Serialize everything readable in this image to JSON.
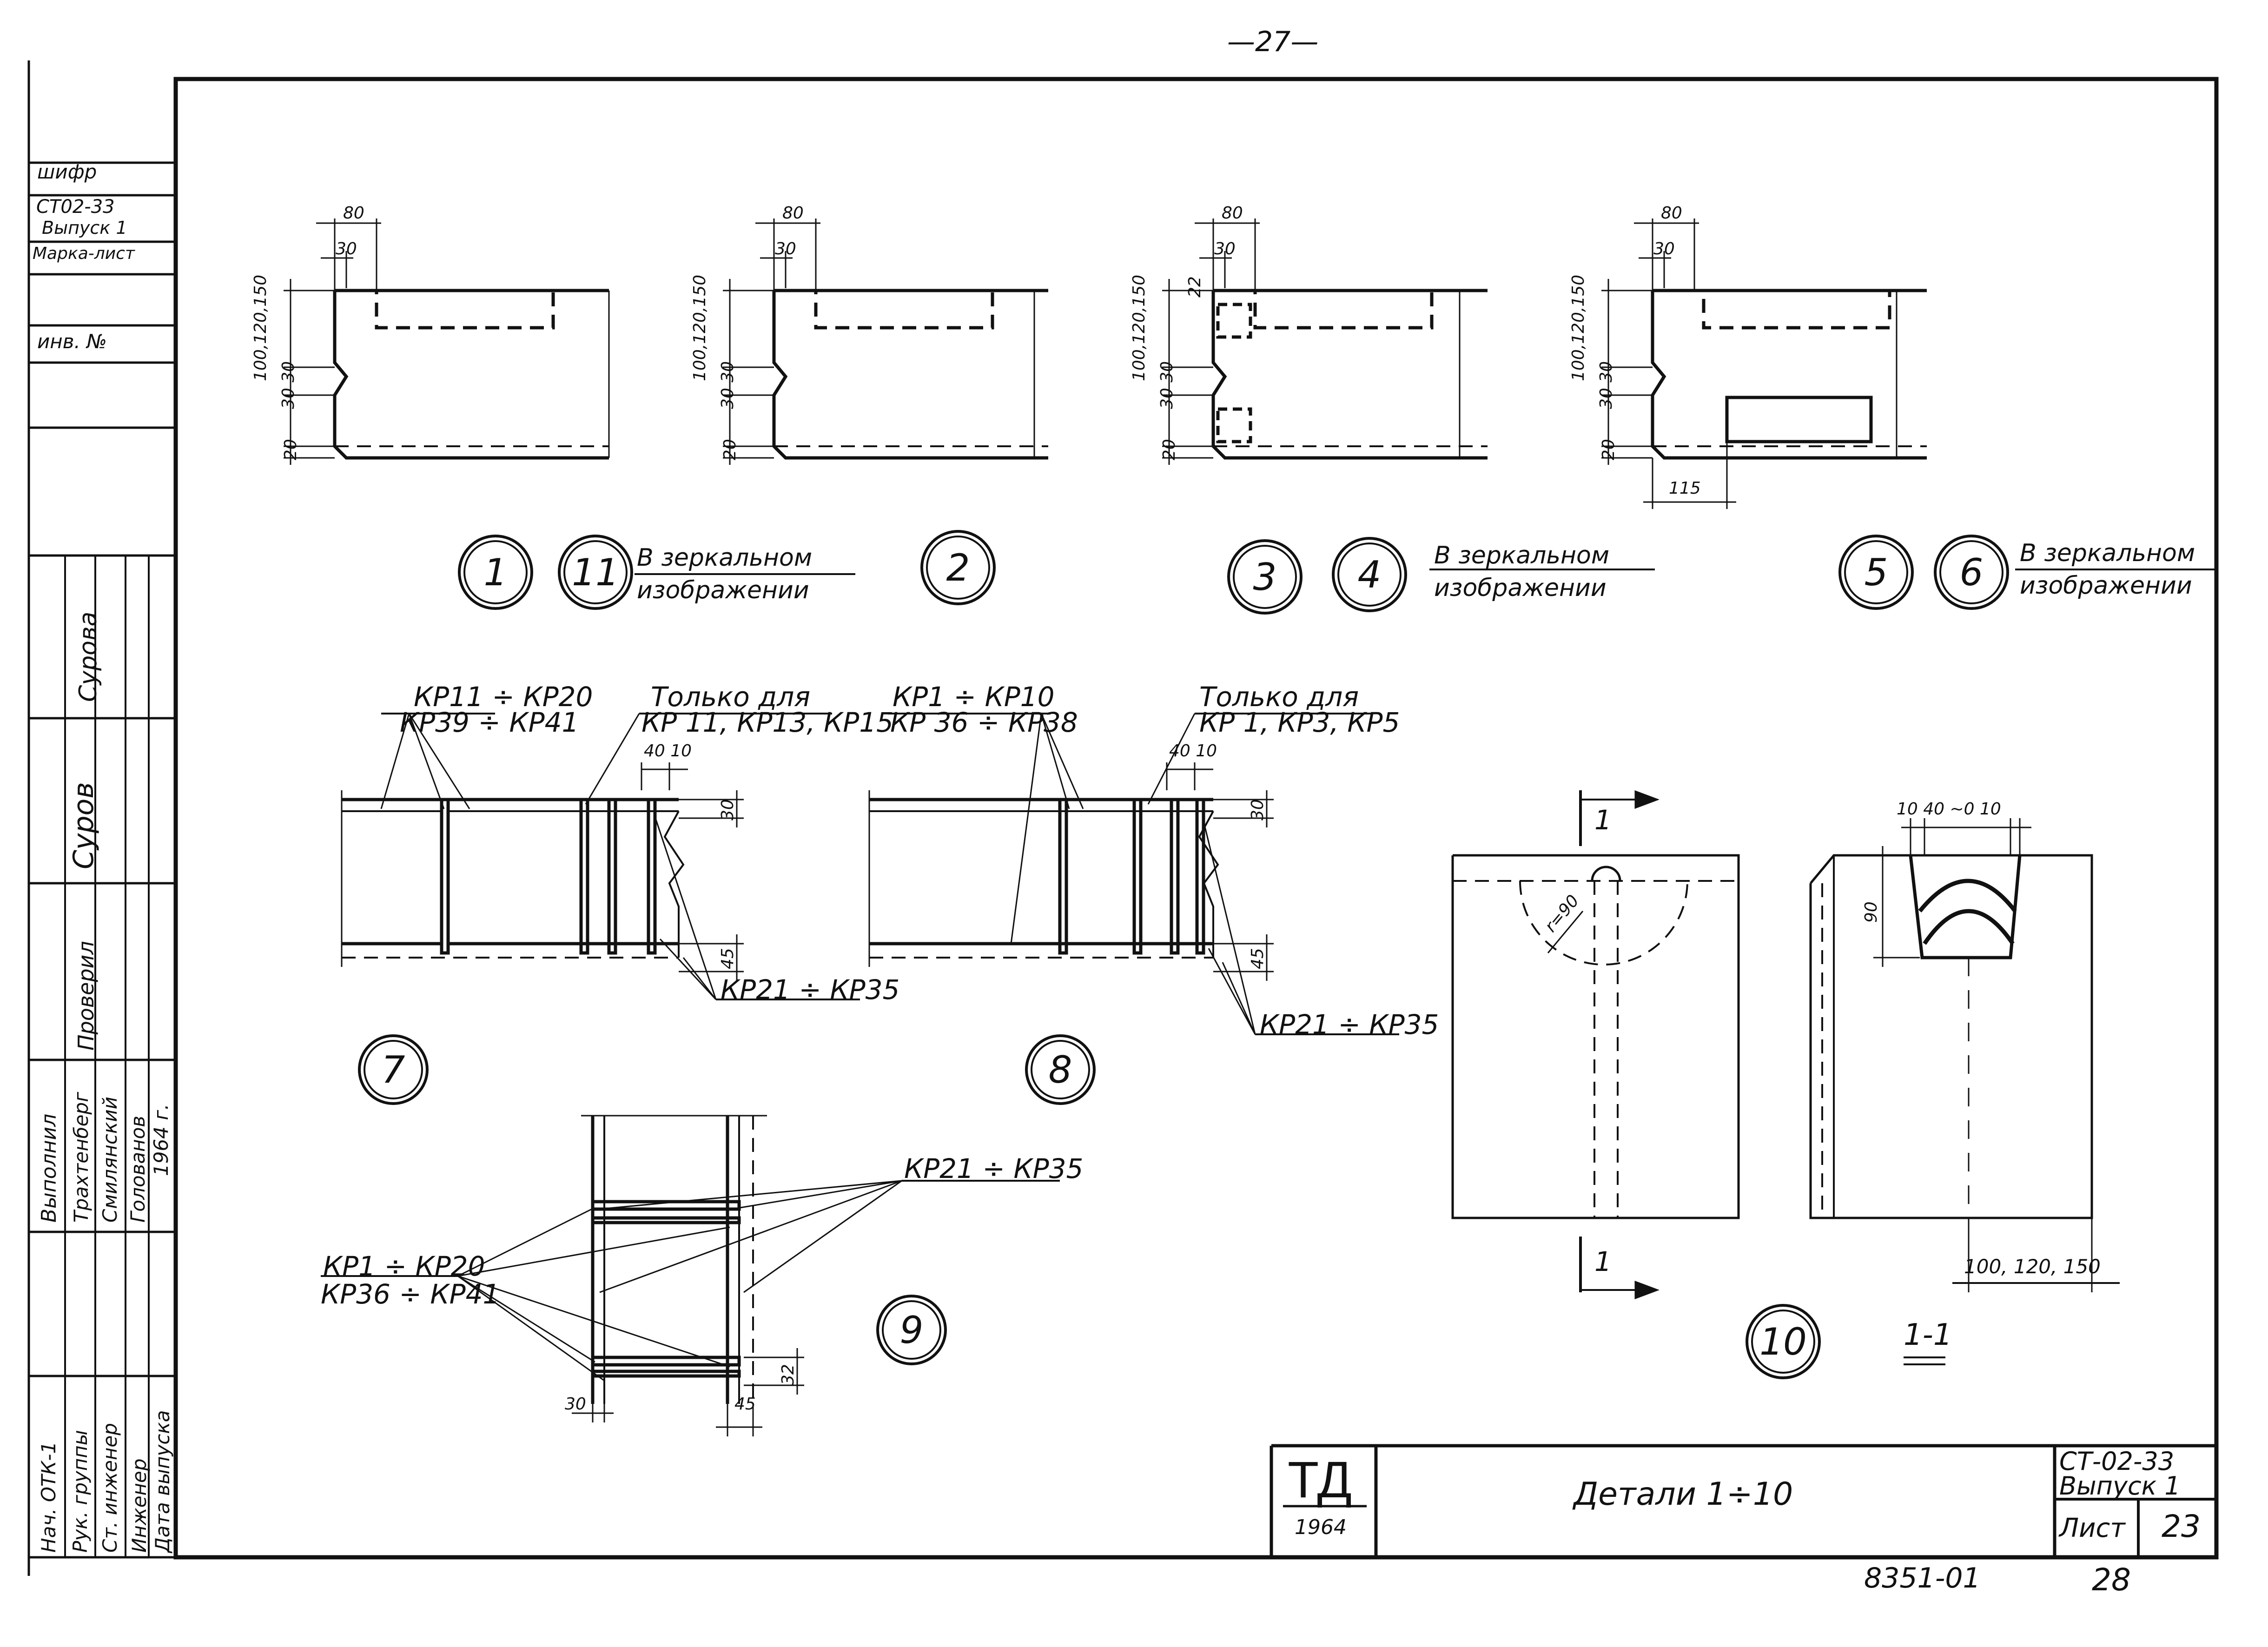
{
  "page_number_top": "—27—",
  "left_strip": {
    "cipher_label": "шифр",
    "cipher_value_1": "СТ02-33",
    "cipher_value_2": "Выпуск 1",
    "mark_sheet": "Марка-лист",
    "inv_no": "инв. №",
    "surname_1": "Сурова",
    "signature_1": "Суров",
    "checked": "Проверил",
    "made_by": "Выполнил",
    "names": [
      "Трахтенберг",
      "Смилянский",
      "Голованов"
    ],
    "date_value": "1964 г.",
    "roles": [
      "Нач. ОТК-1",
      "Рук. группы",
      "Ст. инженер",
      "Инженер",
      "Дата выпуска"
    ]
  },
  "details_top": {
    "dims": {
      "d80": "80",
      "d30": "30",
      "d20": "20",
      "d22": "22",
      "d115": "115",
      "range": "100,120,150",
      "d3030": "30 30"
    },
    "circles": [
      "1",
      "11",
      "2",
      "3",
      "4",
      "5",
      "6"
    ],
    "mirror_note": "В зеркальном",
    "mirror_note_2": "изображении"
  },
  "detail_7": {
    "label_a1": "КР11 ÷ КР20",
    "label_a2": "КР39 ÷ КР41",
    "only_for": "Только для",
    "only_for_list": "КР 11, КР13, КР15",
    "dims": "40 10",
    "d30": "30",
    "d45": "45",
    "label_b": "КР21 ÷ КР35",
    "circle": "7"
  },
  "detail_8": {
    "label_a1": "КР1 ÷ КР10",
    "label_a2": "КР 36 ÷ КР38",
    "only_for": "Только для",
    "only_for_list": "КР 1, КР3, КР5",
    "dims": "40 10",
    "d30": "30",
    "d45": "45",
    "label_b": "КР21 ÷ КР35",
    "circle": "8"
  },
  "detail_9": {
    "label_top": "КР21 ÷ КР35",
    "label_left_1": "КР1 ÷ КР20",
    "label_left_2": "КР36 ÷ КР41",
    "d30": "30",
    "d45": "45",
    "d32": "32",
    "circle": "9"
  },
  "detail_10": {
    "section_mark": "1",
    "radius": "r=90",
    "dims_top": "10  40  ~0  10",
    "d90": "90",
    "range": "100, 120, 150",
    "circle": "10",
    "section_label": "1-1"
  },
  "title_block": {
    "logo": "ТД",
    "year": "1964",
    "title": "Детали 1÷10",
    "code_1": "СТ-02-33",
    "code_2": "Выпуск 1",
    "sheet_label": "Лист",
    "sheet_no": "23"
  },
  "bottom_note": "8351-01",
  "bottom_page": "28"
}
